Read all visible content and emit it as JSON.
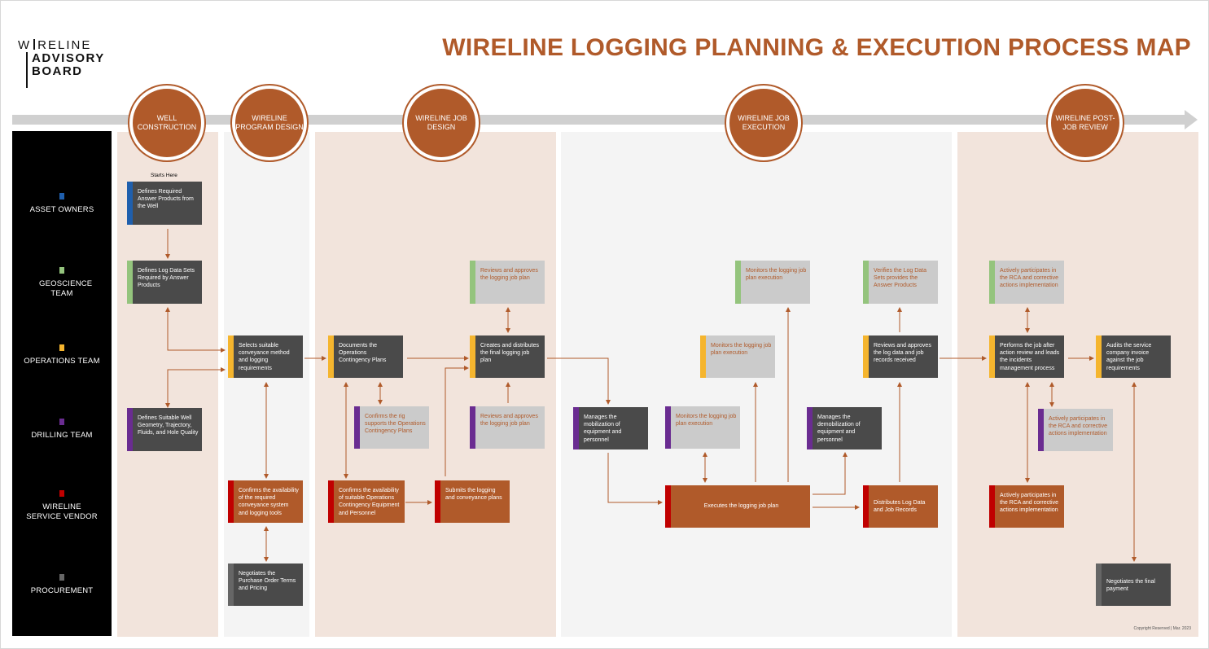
{
  "logo": {
    "line1": "W|RELINE",
    "line2": "ADVISORY",
    "line3": "BOARD"
  },
  "title": "WIRELINE LOGGING PLANNING & EXECUTION PROCESS MAP",
  "phases": [
    {
      "label": "WELL CONSTRUCTION"
    },
    {
      "label": "WIRELINE PROGRAM DESIGN"
    },
    {
      "label": "WIRELINE JOB DESIGN"
    },
    {
      "label": "WIRELINE JOB EXECUTION"
    },
    {
      "label": "WIRELINE POST-JOB REVIEW"
    }
  ],
  "lanes": [
    {
      "label": "ASSET OWNERS",
      "color": "#1f5fad"
    },
    {
      "label": "GEOSCIENCE TEAM",
      "color": "#94c47d"
    },
    {
      "label": "OPERATIONS TEAM",
      "color": "#f5b52e"
    },
    {
      "label": "DRILLING TEAM",
      "color": "#6a2c91"
    },
    {
      "label": "WIRELINE SERVICE VENDOR",
      "color": "#c00000"
    },
    {
      "label": "PROCUREMENT",
      "color": "#666666"
    }
  ],
  "starts_here": "Starts Here",
  "nodes": {
    "n1": "Defines Required Answer Products from the Well",
    "n2": "Defines Log Data Sets Required by Answer Products",
    "n3": "Defines Suitable Well Geometry, Trajectory, Fluids, and Hole Quality",
    "n4": "Selects suitable conveyance method and logging requirements",
    "n5": "Confirms the availability of the required conveyance system and logging tools",
    "n6": "Negotiates the Purchase Order Terms and Pricing",
    "n7": "Documents the Operations Contingency Plans",
    "n8": "Confirms the rig supports the Operations Contingency Plans",
    "n9": "Confirms the availability of suitable Operations Contingency Equipment and Personnel",
    "n10": "Submits the logging and conveyance plans",
    "n11": "Reviews and approves the logging job plan",
    "n12": "Creates and distributes the final logging job plan",
    "n13": "Reviews and approves the logging job plan",
    "n14": "Manages the mobilization of equipment and personnel",
    "n15": "Monitors the logging job plan execution",
    "n16": "Monitors the logging job plan execution",
    "n17": "Monitors the logging job plan execution",
    "n18": "Executes the logging job plan",
    "n19": "Manages the demobilization of equipment and personnel",
    "n20": "Verifies the Log Data Sets provides the Answer Products",
    "n21": "Reviews and approves the log data and job records received",
    "n22": "Distributes Log Data and Job Records",
    "n23": "Actively participates in the RCA and corrective actions implementation",
    "n24": "Performs the job after action review and leads the incidents management process",
    "n25": "Actively participates in the RCA and corrective actions implementation",
    "n26": "Actively participates in the RCA and corrective actions implementation",
    "n27": "Audits the service company invoice against the job requirements",
    "n28": "Negotiates the final payment"
  },
  "colors": {
    "accent": "#b05a2a",
    "phase_tint": "#f2e4dc",
    "phase_grey": "#f4f4f4",
    "node_dark": "#4a4a4a",
    "node_light": "#cbcbcb"
  },
  "copyright": "Copyright Reserved | Mar. 2023"
}
